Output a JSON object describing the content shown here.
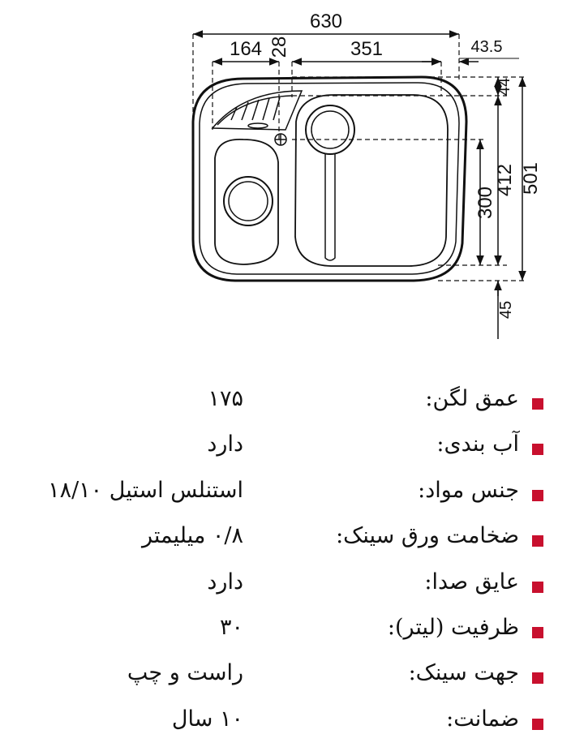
{
  "diagram": {
    "dimensions": {
      "overall_width": "630",
      "left_bowl_width": "164",
      "gap": "28",
      "right_bowl_width": "351",
      "right_offset": "43.5",
      "top_offset": "44",
      "bowl_depth": "300",
      "inner_depth": "412",
      "overall_depth": "501",
      "bottom_offset": "45"
    }
  },
  "specs": [
    {
      "label": "عمق لگن:",
      "value": "۱۷۵"
    },
    {
      "label": "آب بندی:",
      "value": "دارد"
    },
    {
      "label": "جنس مواد:",
      "value": "استنلس استیل ۱۸/۱۰"
    },
    {
      "label": "ضخامت ورق سینک:",
      "value": "۰/۸ میلیمتر"
    },
    {
      "label": "عایق صدا:",
      "value": "دارد"
    },
    {
      "label": "ظرفیت (لیتر):",
      "value": "۳۰"
    },
    {
      "label": "جهت سینک:",
      "value": "راست و چپ"
    },
    {
      "label": "ضمانت:",
      "value": "۱۰ سال"
    }
  ],
  "colors": {
    "bullet": "#c8102e",
    "line": "#111111"
  }
}
